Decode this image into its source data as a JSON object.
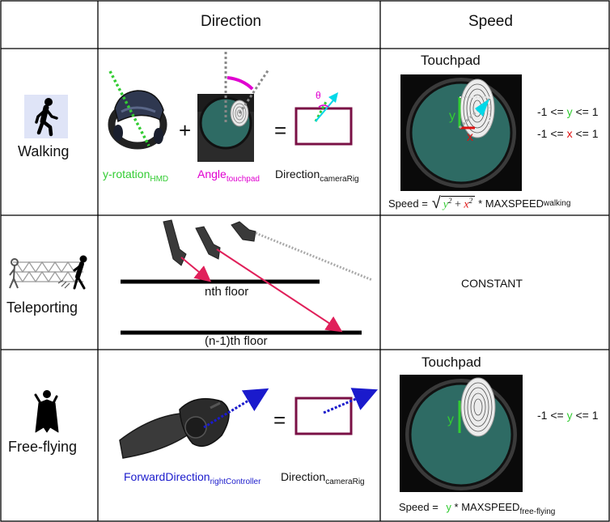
{
  "header": {
    "direction": "Direction",
    "speed": "Speed"
  },
  "walking": {
    "mode": "Walking",
    "hmd_label_main": "y-rotation",
    "hmd_label_sub": "HMD",
    "angle_label_main": "Angle",
    "angle_label_sub": "touchpad",
    "dir_label_main": "Direction",
    "dir_label_sub": "cameraRig",
    "plus": "+",
    "equals": "=",
    "theta": "θ",
    "touchpad_title": "Touchpad",
    "axis_y": "y",
    "axis_x": "x",
    "constraint_y_pre": "-1 <= ",
    "constraint_y_var": "y",
    "constraint_y_post": " <= 1",
    "constraint_x_pre": "-1 <= ",
    "constraint_x_var": "x",
    "constraint_x_post": " <= 1",
    "speed_prefix": "Speed  =",
    "speed_var_y": "y",
    "speed_var_x": "x",
    "speed_exp": "2",
    "speed_plus": "+",
    "speed_mult": "* MAXSPEED",
    "speed_sub": "walking"
  },
  "teleporting": {
    "mode": "Teleporting",
    "floor_n": "nth floor",
    "floor_n1": "(n-1)th floor",
    "speed": "CONSTANT"
  },
  "flying": {
    "mode": "Free-flying",
    "fwd_label_main": "ForwardDirection",
    "fwd_label_sub": "rightController",
    "dir_label_main": "Direction",
    "dir_label_sub": "cameraRig",
    "equals": "=",
    "touchpad_title": "Touchpad",
    "axis_y": "y",
    "constraint_pre": "-1 <= ",
    "constraint_var": "y",
    "constraint_post": " <= 1",
    "speed_prefix": "Speed  =",
    "speed_var": "y",
    "speed_mult": " * MAXSPEED",
    "speed_sub": "free-flying"
  },
  "colors": {
    "green": "#33cc33",
    "magenta": "#e000d0",
    "blue": "#1a1acc",
    "red": "#e01010",
    "cyan": "#00d8e8",
    "pink_arrow": "#e0205a",
    "box": "#7a1045",
    "pad": "#2e6b64"
  }
}
